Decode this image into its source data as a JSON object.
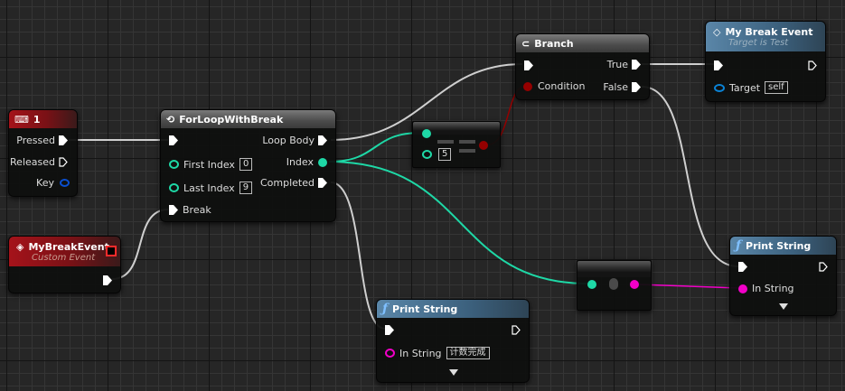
{
  "colors": {
    "exec_wire": "#cfcfcf",
    "int_pin": "#1ed8a6",
    "bool_pin": "#950000",
    "string_pin": "#f200c8",
    "object_pin": "#0a83d6",
    "struct_pin": "#0a4fd0"
  },
  "nodes": {
    "key_event": {
      "title": "1",
      "icon": "keyboard-icon",
      "pins": {
        "pressed": "Pressed",
        "released": "Released",
        "key": "Key"
      }
    },
    "custom_event": {
      "title": "MyBreakEvent",
      "subtitle": "Custom Event",
      "icon": "event-diamond-icon"
    },
    "for_loop": {
      "title": "ForLoopWithBreak",
      "icon": "loop-icon",
      "pins": {
        "first_index": "First Index",
        "first_index_value": "0",
        "last_index": "Last Index",
        "last_index_value": "9",
        "break": "Break",
        "loop_body": "Loop Body",
        "index": "Index",
        "completed": "Completed"
      }
    },
    "compare": {
      "b_value": "5"
    },
    "branch": {
      "title": "Branch",
      "icon": "branch-icon",
      "pins": {
        "condition": "Condition",
        "true": "True",
        "false": "False"
      }
    },
    "call_break": {
      "title": "My Break Event",
      "subtitle": "Target is Test",
      "icon": "event-diamond-icon",
      "pins": {
        "target": "Target",
        "target_value": "self"
      }
    },
    "print_completed": {
      "title": "Print String",
      "icon": "function-icon",
      "pins": {
        "in_string": "In String",
        "in_string_value": "计数完成"
      }
    },
    "print_index": {
      "title": "Print String",
      "icon": "function-icon",
      "pins": {
        "in_string": "In String"
      }
    }
  }
}
